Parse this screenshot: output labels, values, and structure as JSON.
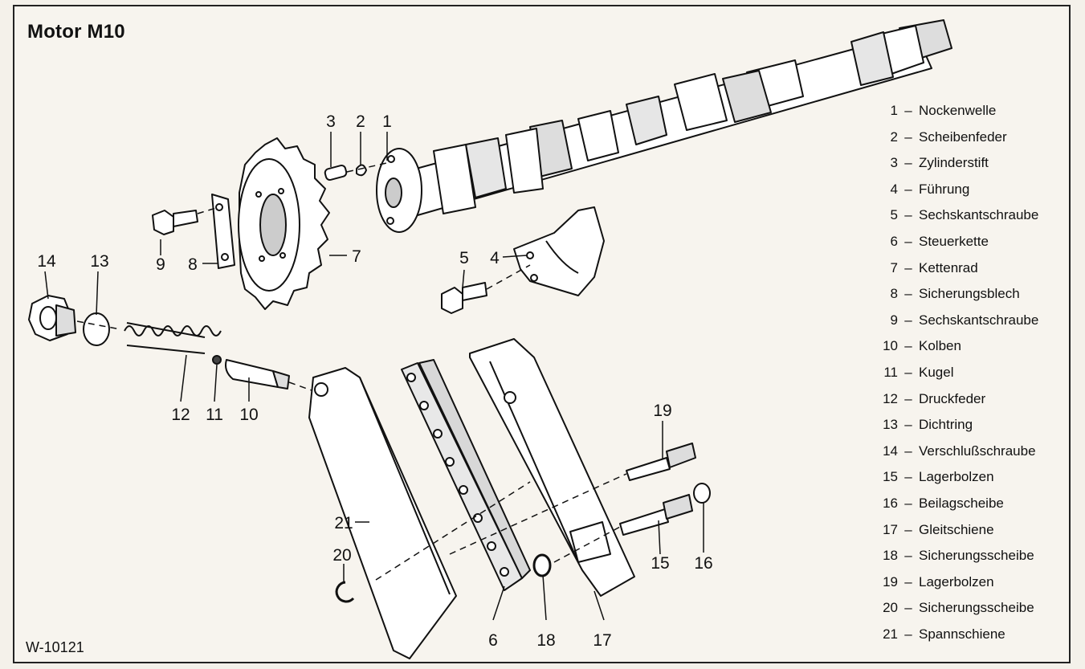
{
  "title": "Motor M10",
  "figure_code": "W-10121",
  "legend": [
    {
      "num": "1",
      "label": "Nockenwelle"
    },
    {
      "num": "2",
      "label": "Scheibenfeder"
    },
    {
      "num": "3",
      "label": "Zylinderstift"
    },
    {
      "num": "4",
      "label": "Führung"
    },
    {
      "num": "5",
      "label": "Sechskantschraube"
    },
    {
      "num": "6",
      "label": "Steuerkette"
    },
    {
      "num": "7",
      "label": "Kettenrad"
    },
    {
      "num": "8",
      "label": "Sicherungsblech"
    },
    {
      "num": "9",
      "label": "Sechskantschraube"
    },
    {
      "num": "10",
      "label": "Kolben"
    },
    {
      "num": "11",
      "label": "Kugel"
    },
    {
      "num": "12",
      "label": "Druckfeder"
    },
    {
      "num": "13",
      "label": "Dichtring"
    },
    {
      "num": "14",
      "label": "Verschlußschraube"
    },
    {
      "num": "15",
      "label": "Lagerbolzen"
    },
    {
      "num": "16",
      "label": "Beilagscheibe"
    },
    {
      "num": "17",
      "label": "Gleitschiene"
    },
    {
      "num": "18",
      "label": "Sicherungsscheibe"
    },
    {
      "num": "19",
      "label": "Lagerbolzen"
    },
    {
      "num": "20",
      "label": "Sicherungsscheibe"
    },
    {
      "num": "21",
      "label": "Spannschiene"
    }
  ],
  "callouts": [
    "1",
    "2",
    "3",
    "4",
    "5",
    "6",
    "7",
    "8",
    "9",
    "10",
    "11",
    "12",
    "13",
    "14",
    "15",
    "16",
    "17",
    "18",
    "19",
    "20",
    "21"
  ],
  "colors": {
    "ink": "#111111",
    "paper": "#f7f4ee",
    "part_fill": "#ffffff",
    "shade": "#bdbab3"
  }
}
